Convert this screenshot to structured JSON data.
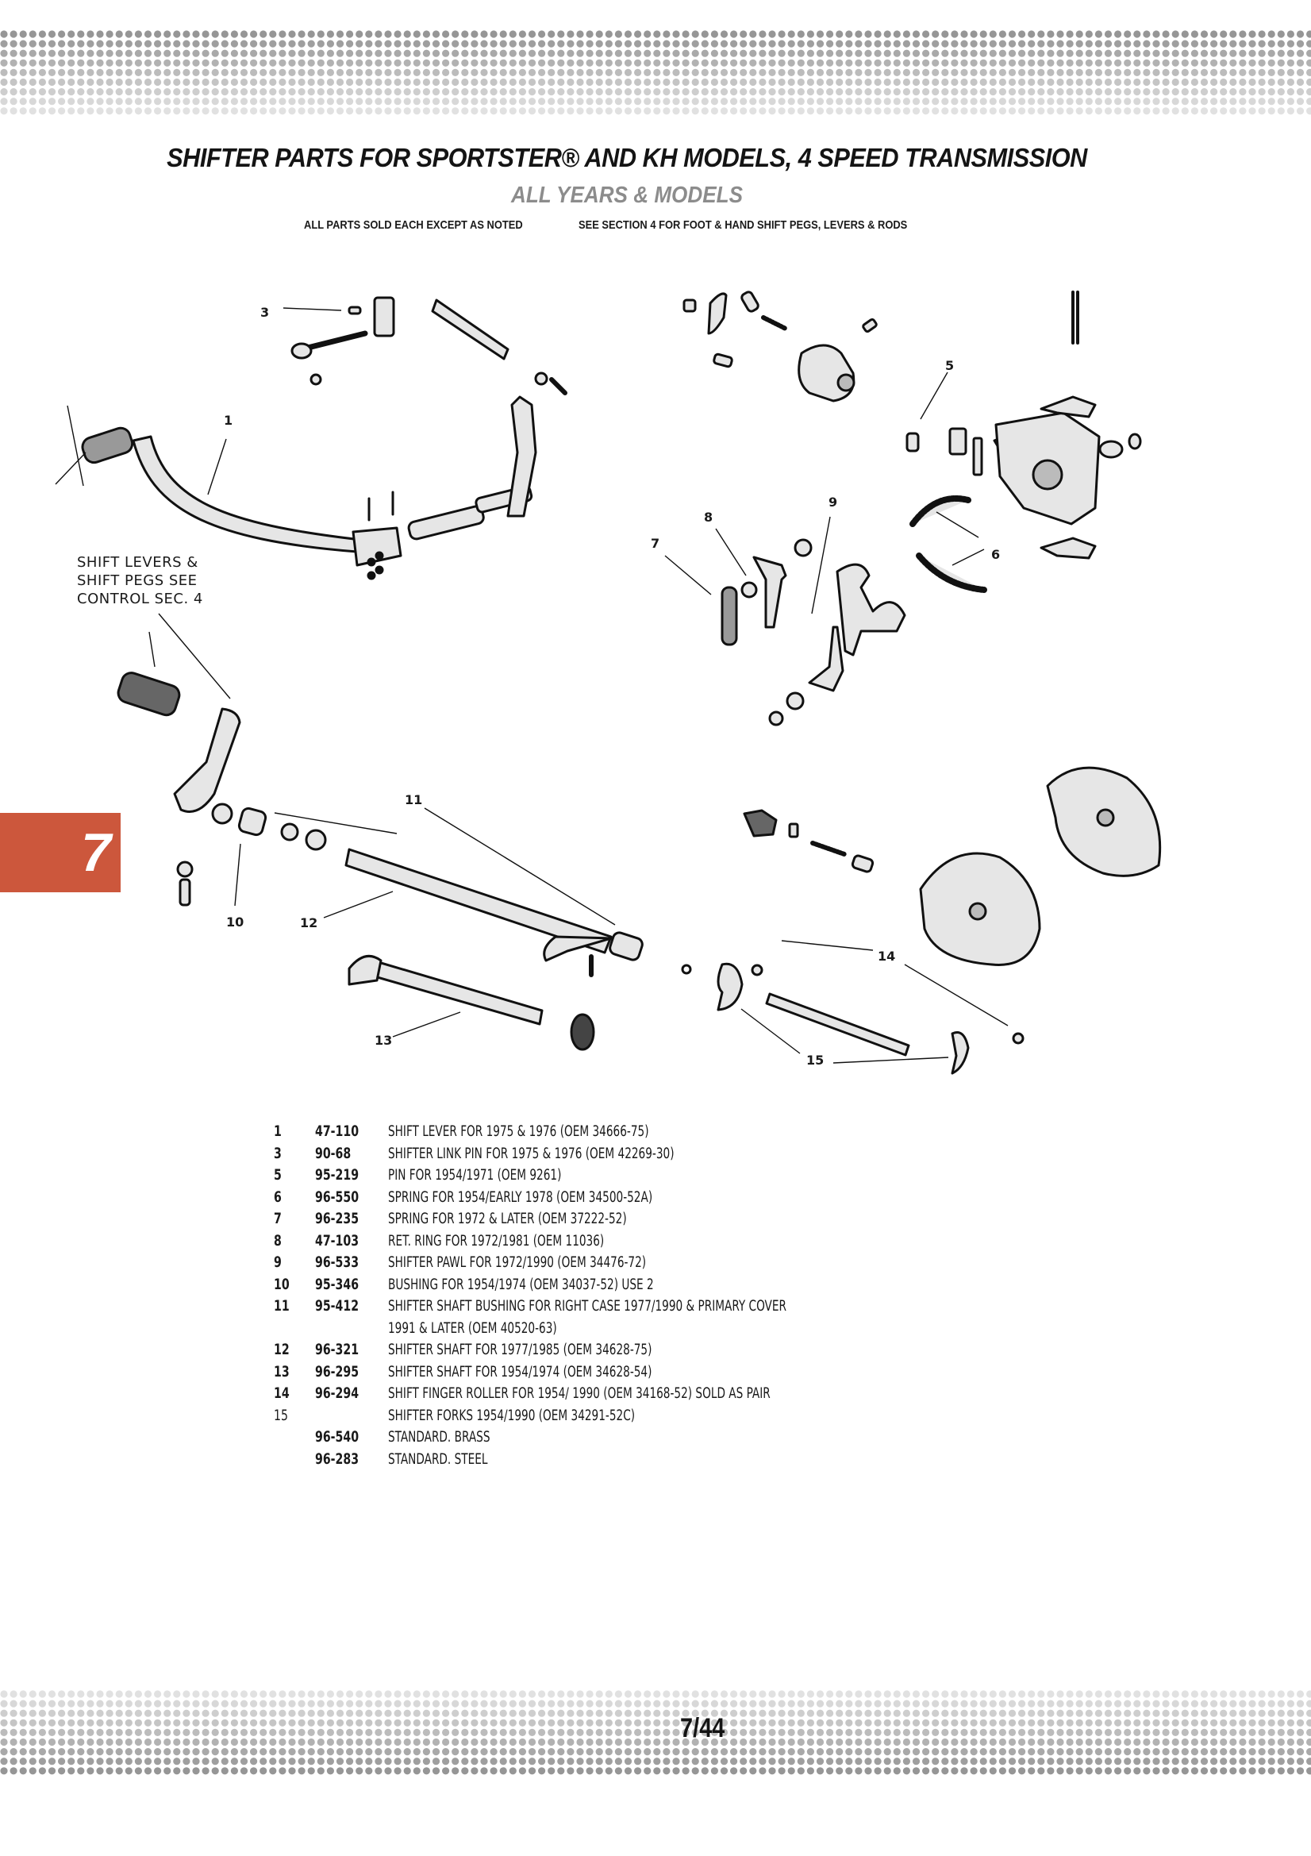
{
  "header": {
    "title": "SHIFTER PARTS FOR SPORTSTER® AND KH MODELS, 4 SPEED TRANSMISSION",
    "subtitle": "ALL YEARS & MODELS",
    "note_left": "ALL PARTS SOLD EACH EXCEPT AS NOTED",
    "note_right": "SEE SECTION 4 FOR FOOT & HAND SHIFT PEGS, LEVERS & RODS"
  },
  "side_tab": {
    "label": "7",
    "color": "#cc573c"
  },
  "diagram": {
    "callout_note": [
      "SHIFT LEVERS &",
      "SHIFT PEGS SEE",
      "CONTROL SEC. 4"
    ],
    "callouts": [
      "1",
      "3",
      "5",
      "6",
      "7",
      "8",
      "9",
      "10",
      "11",
      "12",
      "13",
      "14",
      "15"
    ]
  },
  "parts": [
    {
      "item": "1",
      "part_no": "47-110",
      "description": "SHIFT LEVER FOR 1975 & 1976 (OEM 34666-75)"
    },
    {
      "item": "3",
      "part_no": "90-68",
      "description": "SHIFTER LINK PIN FOR 1975 & 1976 (OEM 42269-30)"
    },
    {
      "item": "5",
      "part_no": "95-219",
      "description": "PIN FOR 1954/1971 (OEM 9261)"
    },
    {
      "item": "6",
      "part_no": "96-550",
      "description": "SPRING FOR 1954/EARLY 1978 (OEM 34500-52A)"
    },
    {
      "item": "7",
      "part_no": "96-235",
      "description": "SPRING FOR 1972 & LATER (OEM 37222-52)"
    },
    {
      "item": "8",
      "part_no": "47-103",
      "description": "RET. RING FOR 1972/1981 (OEM 11036)"
    },
    {
      "item": "9",
      "part_no": "96-533",
      "description": "SHIFTER PAWL FOR 1972/1990 (OEM 34476-72)"
    },
    {
      "item": "10",
      "part_no": "95-346",
      "description": "BUSHING FOR 1954/1974 (OEM 34037-52) USE 2"
    },
    {
      "item": "11",
      "part_no": "95-412",
      "description": "SHIFTER SHAFT BUSHING FOR RIGHT CASE 1977/1990 & PRIMARY COVER"
    },
    {
      "item": "",
      "part_no": "",
      "description": "1991 & LATER (OEM 40520-63)"
    },
    {
      "item": "12",
      "part_no": "96-321",
      "description": "SHIFTER SHAFT FOR 1977/1985 (OEM 34628-75)"
    },
    {
      "item": "13",
      "part_no": "96-295",
      "description": "SHIFTER SHAFT FOR 1954/1974 (OEM 34628-54)"
    },
    {
      "item": "14",
      "part_no": "96-294",
      "description": "SHIFT FINGER ROLLER FOR 1954/ 1990 (OEM 34168-52) SOLD AS PAIR"
    },
    {
      "item": "15",
      "part_no": "",
      "description": "SHIFTER FORKS 1954/1990 (OEM 34291-52C)"
    },
    {
      "item": "",
      "part_no": "96-540",
      "description": "STANDARD. BRASS"
    },
    {
      "item": "",
      "part_no": "96-283",
      "description": "STANDARD. STEEL"
    }
  ],
  "footer": {
    "page_number": "7/44"
  }
}
